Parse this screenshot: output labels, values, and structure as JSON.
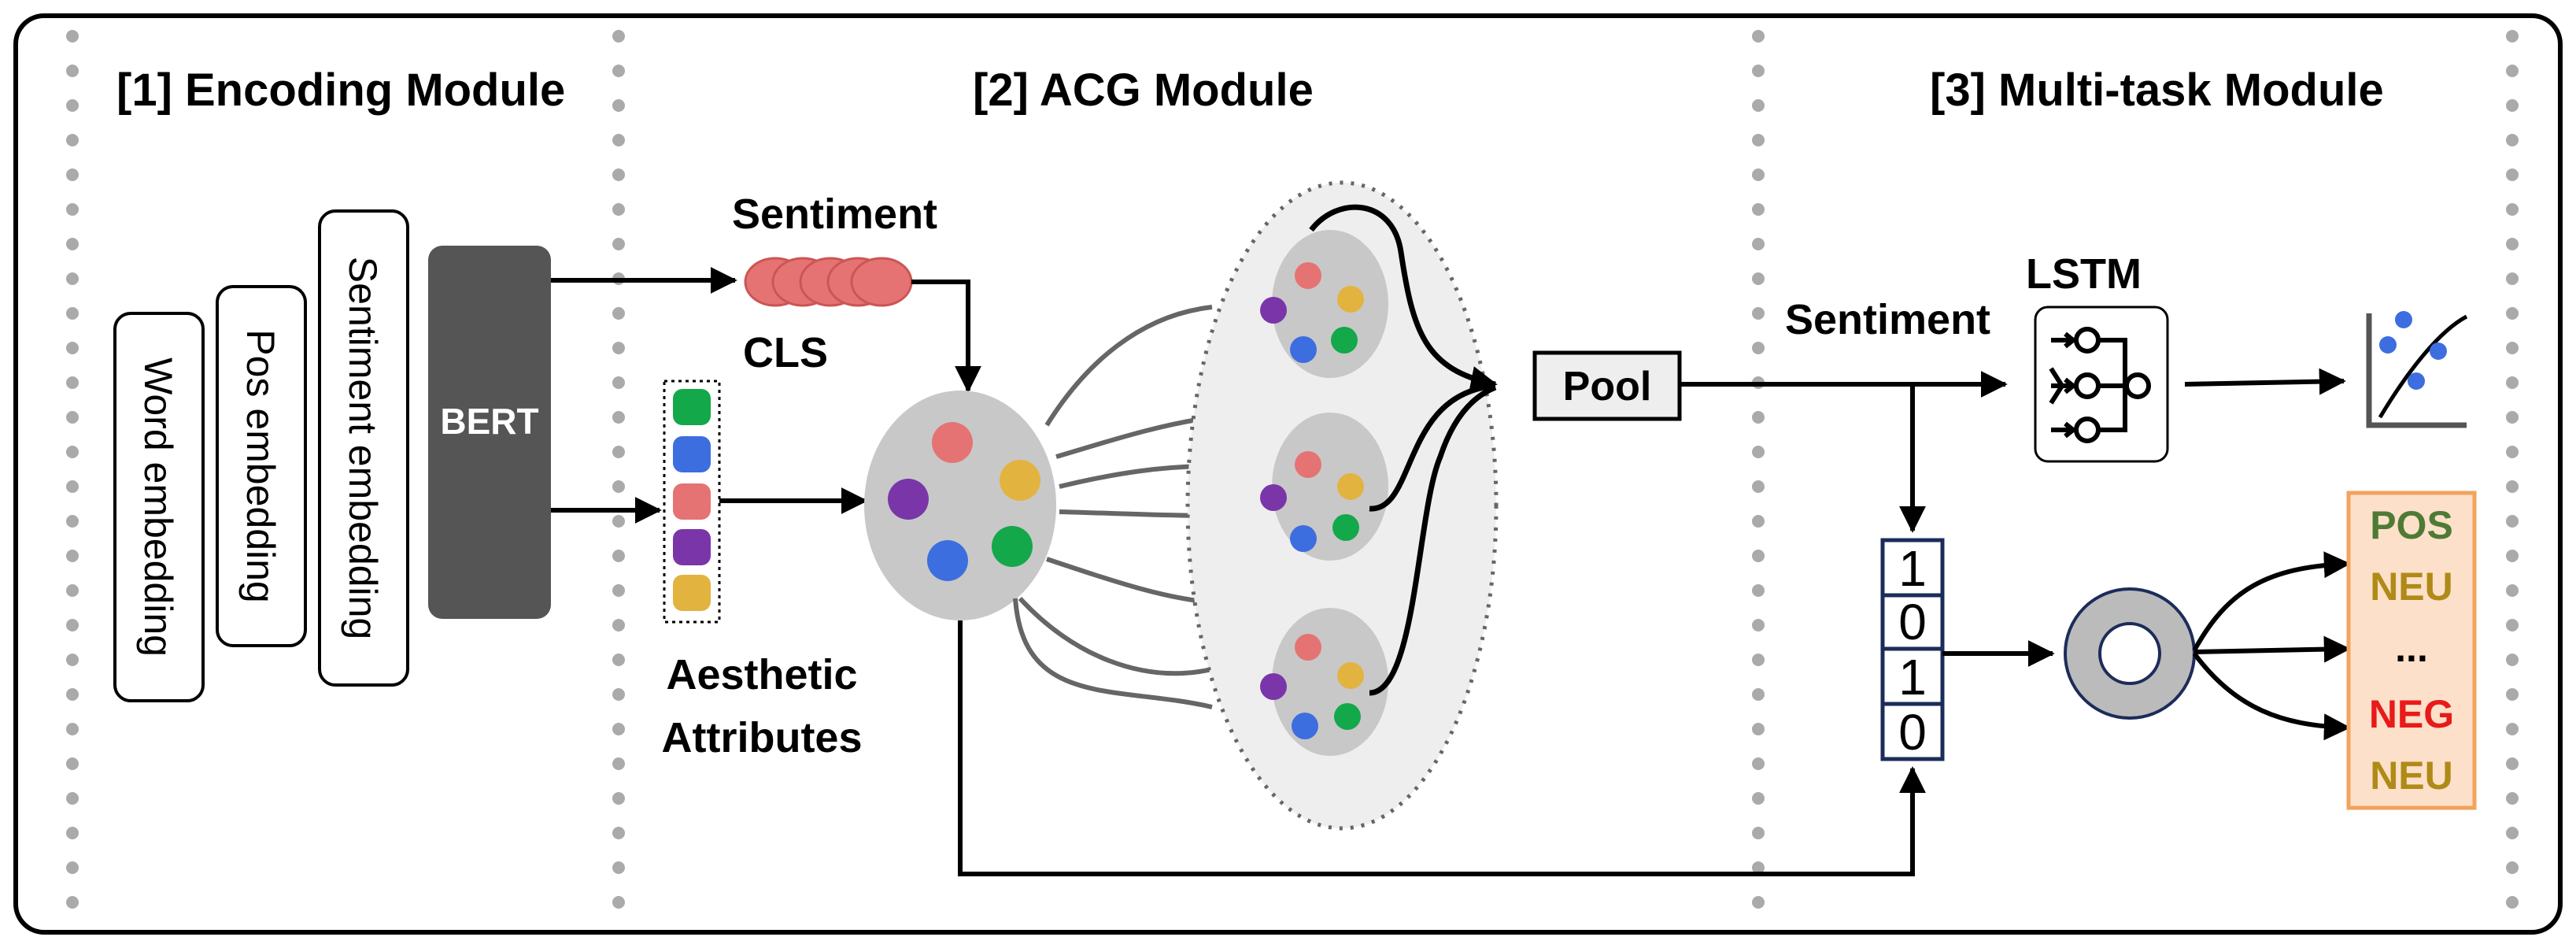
{
  "modules": {
    "encoding": "[1]  Encoding Module",
    "acg": "[2]  ACG Module",
    "multitask": "[3] Multi-task Module"
  },
  "embeddings": {
    "word": "Word embedding",
    "pos": "Pos embedding",
    "sentiment": "Sentiment embedding"
  },
  "bert": "BERT",
  "labels": {
    "sentiment_top": "Sentiment",
    "cls": "CLS",
    "aesthetic_line1": "Aesthetic",
    "aesthetic_line2": "Attributes",
    "pool": "Pool",
    "sentiment_right": "Sentiment",
    "lstm": "LSTM"
  },
  "bits": [
    "1",
    "0",
    "1",
    "0"
  ],
  "outputs": [
    {
      "text": "POS",
      "color": "#4f7a35"
    },
    {
      "text": "NEU",
      "color": "#b08a17"
    },
    {
      "text": "...",
      "color": "#000000"
    },
    {
      "text": "NEG",
      "color": "#e81a1a"
    },
    {
      "text": "NEU",
      "color": "#b08a17"
    }
  ],
  "colors": {
    "red": "#e57373",
    "blue": "#3d6ee0",
    "green": "#13a84a",
    "purple": "#7a36a8",
    "yellow": "#e3b340",
    "bert": "#555555",
    "node": "#c8c8c8",
    "output_bg": "#fce0c9",
    "output_border": "#f2a35c"
  }
}
